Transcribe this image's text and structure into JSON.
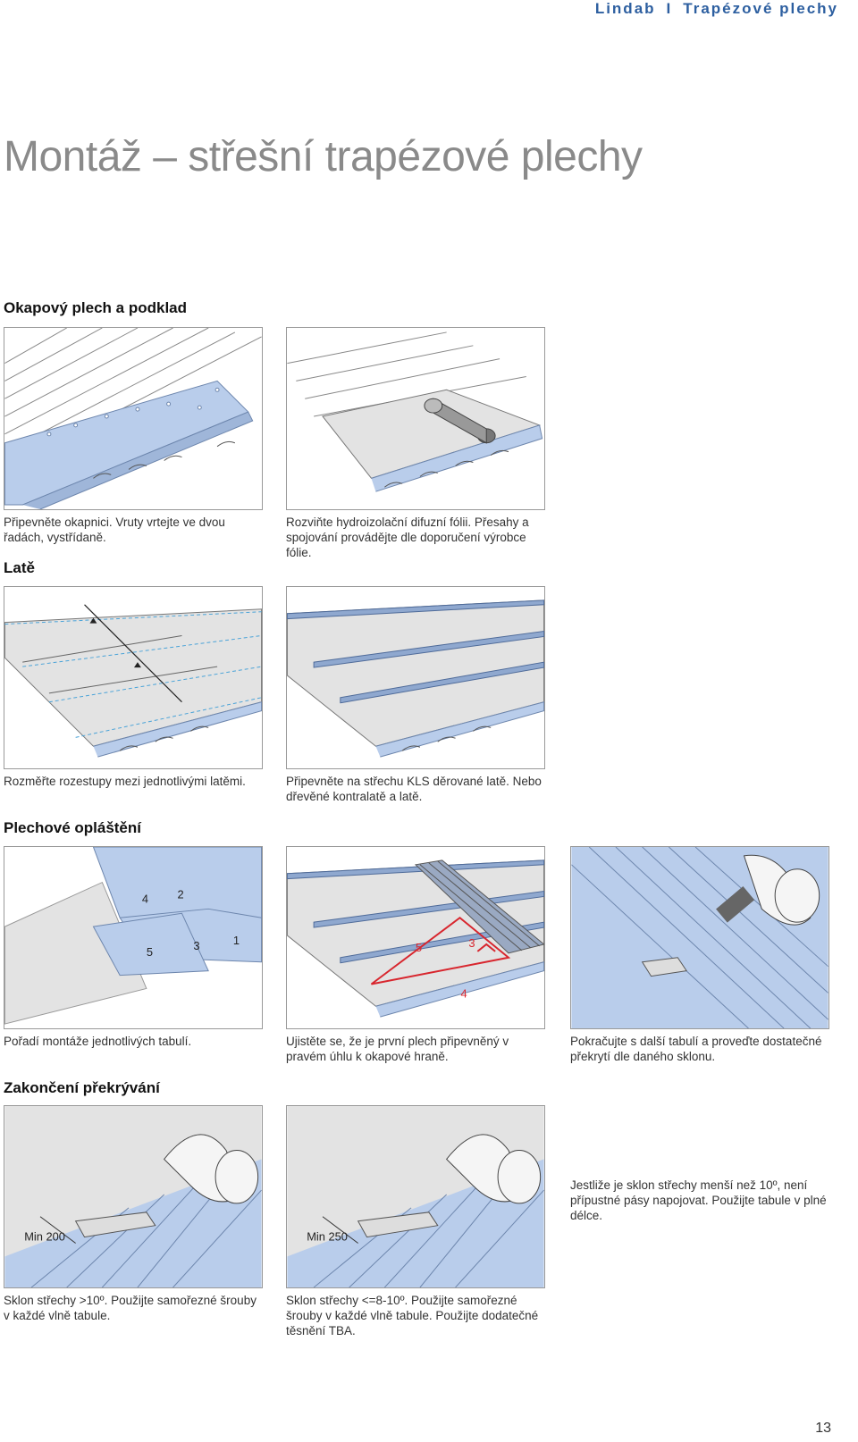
{
  "header": {
    "brand": "Lindab",
    "separator": "I",
    "product": "Trapézové plechy"
  },
  "title": "Montáž – střešní trapézové plechy",
  "sections": {
    "okap": "Okapový plech a podklad",
    "late": "Latě",
    "oplasteni": "Plechové opláštění",
    "prekryvani": "Zakončení překrývání"
  },
  "captions": {
    "c1": "Připevněte okapnici. Vruty vrtejte ve dvou řadách, vystřídaně.",
    "c2": "Rozviňte hydroizolační difuzní fólii. Přesahy a spojování provádějte dle doporučení výrobce fólie.",
    "c3": "Rozměřte rozestupy mezi jednotlivými latěmi.",
    "c4": "Připevněte na střechu KLS děrované latě. Nebo dřevěné kontralatě a latě.",
    "c5": "Pořadí montáže jednotlivých tabulí.",
    "c6": "Ujistěte se, že je první plech připevněný v pravém úhlu k okapové hraně.",
    "c7": "Pokračujte s další tabulí a proveďte dostatečné překrytí dle daného sklonu.",
    "c8": "Sklon střechy >10º. Použijte samořezné šrouby v každé vlně tabule.",
    "c9": "Sklon střechy <=8-10º. Použijte samořezné šrouby v každé vlně tabule. Použijte dodatečné těsnění TBA.",
    "c10": "Jestliže je sklon střechy menší než 10º, není přípustné pásy napojovat. Použijte tabule v plné délce."
  },
  "labels": {
    "order": {
      "n4": "4",
      "n2": "2",
      "n5": "5",
      "n3": "3",
      "n1": "1"
    },
    "square": {
      "n5": "5",
      "n3": "3",
      "n4": "4"
    },
    "min200": "Min 200",
    "min250": "Min 250"
  },
  "page_number": "13",
  "colors": {
    "header_blue": "#2d5fa0",
    "sheet_blue": "#b9cdeb",
    "accent_red": "#d8262e",
    "underlay_gray": "#e3e3e3"
  }
}
